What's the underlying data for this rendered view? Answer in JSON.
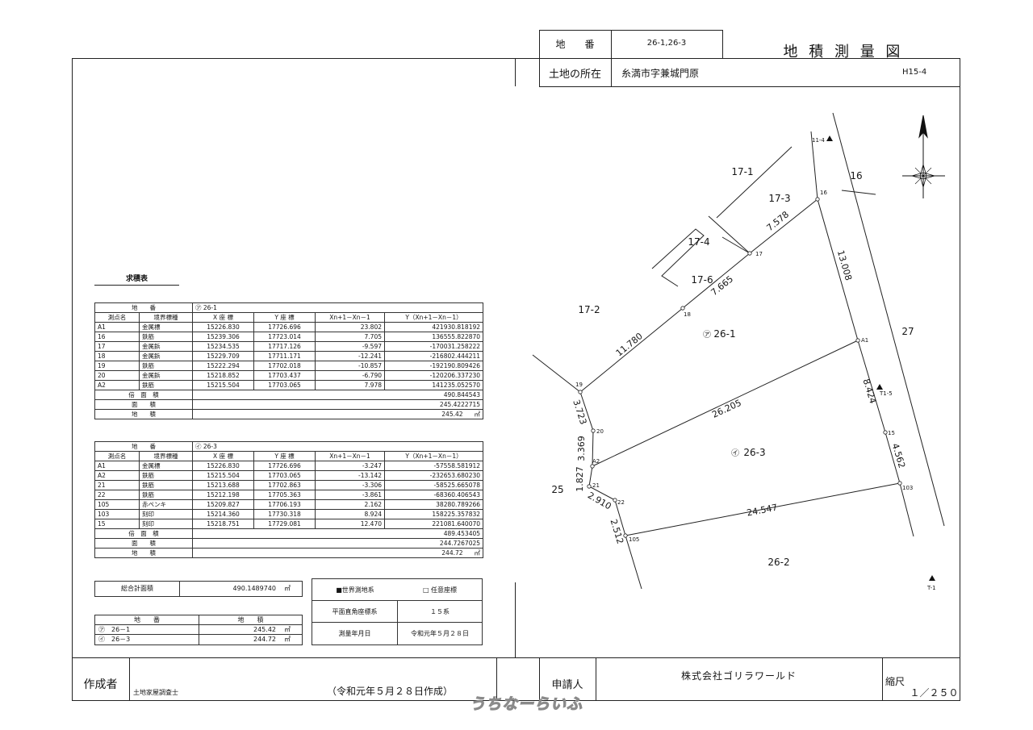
{
  "header": {
    "chiban_label": "地　　番",
    "chiban_value": "26-1,26-3",
    "title": "地 積 測 量 図",
    "location_label": "土地の所在",
    "location_value": "糸満市字兼城門原",
    "map_code": "H15-4"
  },
  "area_table_title": "求積表",
  "tables": [
    {
      "chiban_label": "地　　番",
      "chiban_value": "㋐ 26-1",
      "columns": [
        "測点名",
        "境界標種",
        "X 座 標",
        "Y 座 標",
        "Xn+1－Xn－1",
        "Y（Xn+1－Xn－1）"
      ],
      "rows": [
        [
          "A1",
          "金属標",
          "15226.830",
          "17726.696",
          "23.802",
          "421930.818192"
        ],
        [
          "16",
          "鉄筋",
          "15239.306",
          "17723.014",
          "7.705",
          "136555.822870"
        ],
        [
          "17",
          "金属鋲",
          "15234.535",
          "17717.126",
          "-9.597",
          "-170031.258222"
        ],
        [
          "18",
          "金属鋲",
          "15229.709",
          "17711.171",
          "-12.241",
          "-216802.444211"
        ],
        [
          "19",
          "鉄筋",
          "15222.294",
          "17702.018",
          "-10.857",
          "-192190.809426"
        ],
        [
          "20",
          "金属鋲",
          "15218.852",
          "17703.437",
          "-6.790",
          "-120206.337230"
        ],
        [
          "A2",
          "鉄筋",
          "15215.504",
          "17703.065",
          "7.978",
          "141235.052570"
        ]
      ],
      "double_area_label": "倍　面　積",
      "double_area": "490.844543",
      "area_label": "面　　積",
      "area": "245.4222715",
      "land_area_label": "地　　積",
      "land_area": "245.42",
      "unit": "㎡"
    },
    {
      "chiban_label": "地　　番",
      "chiban_value": "㋑ 26-3",
      "columns": [
        "測点名",
        "境界標種",
        "X 座 標",
        "Y 座 標",
        "Xn+1－Xn－1",
        "Y（Xn+1－Xn－1）"
      ],
      "rows": [
        [
          "A1",
          "金属標",
          "15226.830",
          "17726.696",
          "-3.247",
          "-57558.581912"
        ],
        [
          "A2",
          "鉄筋",
          "15215.504",
          "17703.065",
          "-13.142",
          "-232653.680230"
        ],
        [
          "21",
          "鉄筋",
          "15213.688",
          "17702.863",
          "-3.306",
          "-58525.665078"
        ],
        [
          "22",
          "鉄筋",
          "15212.198",
          "17705.363",
          "-3.861",
          "-68360.406543"
        ],
        [
          "105",
          "赤ペンキ",
          "15209.827",
          "17706.193",
          "2.162",
          "38280.789266"
        ],
        [
          "103",
          "刻印",
          "15214.360",
          "17730.318",
          "8.924",
          "158225.357832"
        ],
        [
          "15",
          "刻印",
          "15218.751",
          "17729.081",
          "12.470",
          "221081.640070"
        ]
      ],
      "double_area_label": "倍　面　積",
      "double_area": "489.453405",
      "area_label": "面　　積",
      "area": "244.7267025",
      "land_area_label": "地　　積",
      "land_area": "244.72",
      "unit": "㎡"
    }
  ],
  "total": {
    "label": "総合計面積",
    "value": "490.1489740",
    "unit": "㎡"
  },
  "summary": {
    "headers": [
      "地　　番",
      "地　　積"
    ],
    "rows": [
      {
        "chiban": "㋐　26－1",
        "area": "245.42",
        "unit": "㎡"
      },
      {
        "chiban": "㋑　26－3",
        "area": "244.72",
        "unit": "㎡"
      }
    ]
  },
  "coord_system": {
    "world": "■世界測地系",
    "arbitrary": "□ 任意座標",
    "plane_label": "平面直角座標系",
    "plane_value": "１５系",
    "date_label": "測量年月日",
    "date_value": "令和元年５月２８日"
  },
  "map": {
    "lots": [
      "17-1",
      "17-3",
      "16",
      "17-4",
      "17-6",
      "17-2",
      "27",
      "26-1",
      "26-3",
      "25",
      "26-2"
    ],
    "lot_symbols": [
      "㋐",
      "㋑"
    ],
    "benchmarks": [
      "11-4",
      "T1-5",
      "T-1"
    ],
    "points": [
      "16",
      "17",
      "18",
      "19",
      "20",
      "A2",
      "21",
      "22",
      "105",
      "103",
      "15",
      "A1"
    ],
    "distances": [
      "7.578",
      "7.665",
      "11.780",
      "13.008",
      "8.424",
      "4.562",
      "26.205",
      "24.547",
      "3.723",
      "3.369",
      "1.827",
      "2.910",
      "2.512"
    ]
  },
  "footer": {
    "author_label": "作成者",
    "author_title": "土地家屋調査士",
    "created": "（令和元年５月２８日作成）",
    "applicant_label": "申請人",
    "applicant": "株式会社ゴリラワールド",
    "scale_label": "縮尺",
    "scale": "１／２５０"
  },
  "watermark": "うちなーらいふ"
}
